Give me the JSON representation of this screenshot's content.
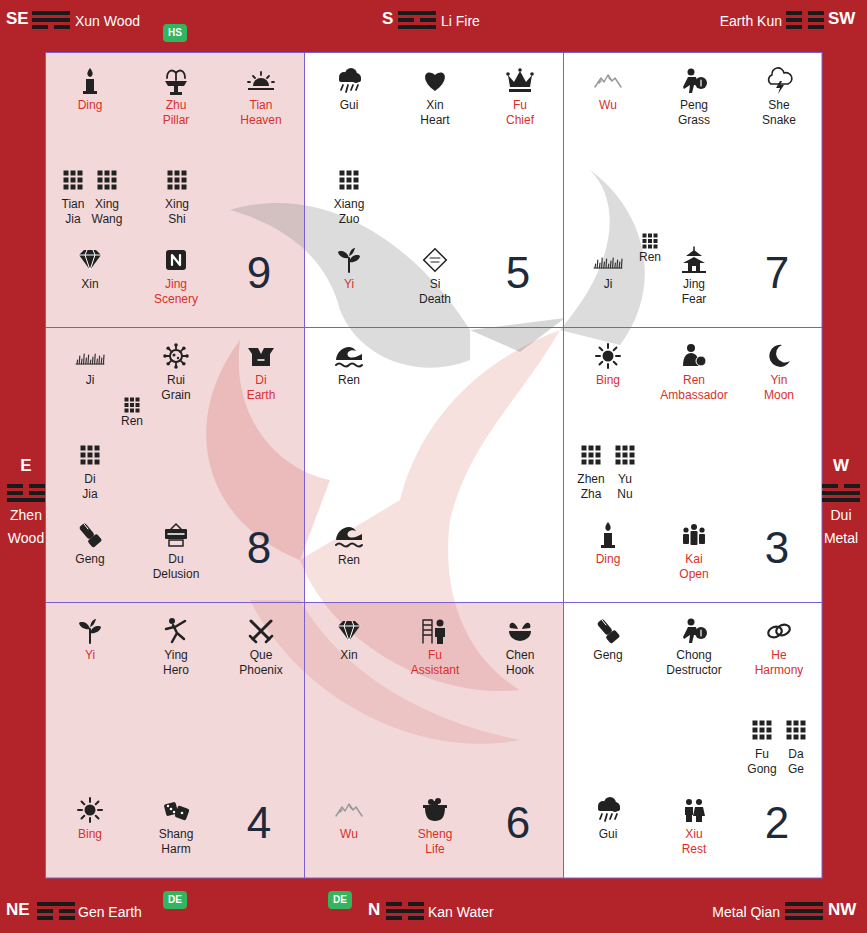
{
  "diagram": {
    "nodes": [
      {
        "text": [
          "Ding",
          "Zhu Pillar",
          "Tian Heaven",
          "Tian Jia",
          "Xing Wang",
          "Xing Shi",
          "Xin",
          "Jing Scenery",
          "9"
        ]
      },
      {
        "text": [
          "Gui",
          "Xin Heart",
          "Fu Chief",
          "Xiang Zuo",
          "Yi",
          "Si Death",
          "5"
        ]
      },
      {
        "text": [
          "Wu",
          "Peng Grass",
          "She Snake",
          "Ren",
          "Ji",
          "Jing Fear",
          "7"
        ]
      },
      {
        "text": [
          "Ji",
          "Rui Grain",
          "Di Earth",
          "Ren",
          "Di Jia",
          "Geng",
          "Du Delusion",
          "8"
        ]
      },
      {
        "text": [
          "Ren",
          "Ren"
        ]
      },
      {
        "text": [
          "Bing",
          "Ren Ambassador",
          "Yin Moon",
          "Zhen Zha",
          "Yu Nu",
          "Ding",
          "Kai Open",
          "3"
        ]
      },
      {
        "text": [
          "Yi",
          "Ying Hero",
          "Que Phoenix",
          "Bing",
          "Shang Harm",
          "4"
        ]
      },
      {
        "text": [
          "Xin",
          "Fu Assistant",
          "Chen Hook",
          "Wu",
          "Sheng Life",
          "6"
        ]
      },
      {
        "text": [
          "Geng",
          "Chong Destructor",
          "He Harmony",
          "Fu Gong",
          "Da Ge",
          "Gui",
          "Xiu Rest",
          "2"
        ]
      },
      {
        "text": [
          "HS"
        ]
      },
      {
        "text": [
          "DE"
        ]
      },
      {
        "text": [
          "DE"
        ]
      }
    ],
    "labels": [
      "SE",
      "Xun Wood",
      "S",
      "Li Fire",
      "Earth Kun",
      "SW",
      "E",
      "Zhen Wood",
      "W",
      "Dui Metal",
      "NE",
      "Gen Earth",
      "N",
      "Kan Water",
      "Metal Qian",
      "NW"
    ]
  }
}
